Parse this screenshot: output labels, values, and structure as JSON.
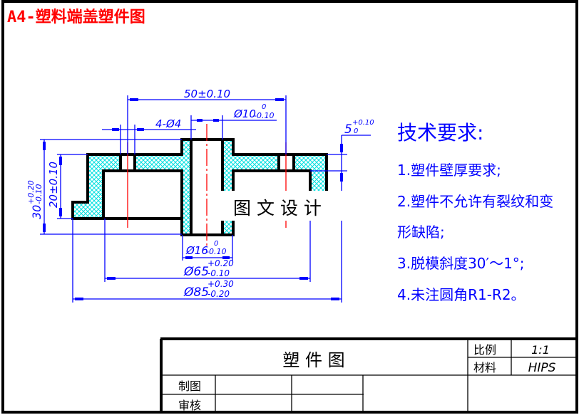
{
  "title": "A4-塑料端盖塑件图",
  "colors": {
    "title": "#ff0000",
    "dimension": "#0000ff",
    "centerline": "#ff0000",
    "outline": "#000000",
    "hatch": "#00e0e0"
  },
  "dimensions": {
    "center_distance": "50±0.10",
    "holes": "4-Ø4",
    "bore": {
      "nominal": "Ø10",
      "upper": "0",
      "lower": "-0.10"
    },
    "flange_thickness": {
      "nominal": "5",
      "upper": "+0.10",
      "lower": "0"
    },
    "total_height": {
      "nominal": "30",
      "upper": "+0.20",
      "lower": "-0.10"
    },
    "body_height": "20±0.10",
    "hub_diameter": {
      "nominal": "Ø16",
      "upper": "0",
      "lower": "-0.10"
    },
    "inner_diameter": {
      "nominal": "Ø65",
      "upper": "+0.20",
      "lower": "-0.10"
    },
    "outer_diameter": {
      "nominal": "Ø85",
      "upper": "+0.30",
      "lower": "-0.20"
    }
  },
  "watermark": "图 文 设 计",
  "tech_requirements": {
    "heading": "技术要求:",
    "lines": [
      "1.塑件壁厚要求;",
      "2.塑件不允许有裂纹和变",
      "形缺陷;",
      "3.脱模斜度30′～1°;",
      "4.未注圆角R1-R2。"
    ]
  },
  "title_block": {
    "drawing_name": "塑 件 图",
    "scale_label": "比例",
    "scale_value": "1:1",
    "material_label": "材料",
    "material_value": "HIPS",
    "drawn_by_label": "制图",
    "checked_by_label": "审核"
  }
}
